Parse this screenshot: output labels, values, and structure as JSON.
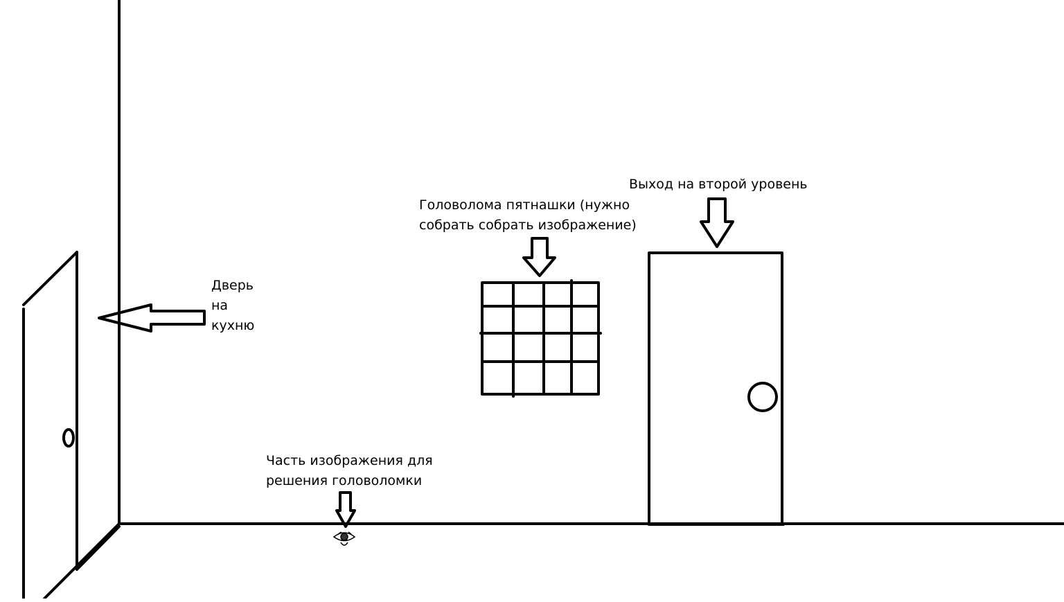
{
  "colors": {
    "ink": "#000000",
    "background": "#ffffff"
  },
  "labels": {
    "door_kitchen": [
      "Дверь",
      "на",
      "кухню"
    ],
    "puzzle": [
      "Головолома пятнашки (нужно",
      "собрать собрать изображение)"
    ],
    "exit": [
      "Выход на второй уровень"
    ],
    "piece": [
      "Часть изображения для",
      "решения головоломки"
    ]
  },
  "icons": {
    "door_kitchen_arrow": "arrow-left-icon",
    "puzzle_arrow": "arrow-down-icon",
    "exit_arrow": "arrow-down-icon",
    "piece_arrow": "arrow-down-icon",
    "puzzle_piece": "eye-icon"
  },
  "puzzle_grid": {
    "rows": 4,
    "columns": 4
  }
}
